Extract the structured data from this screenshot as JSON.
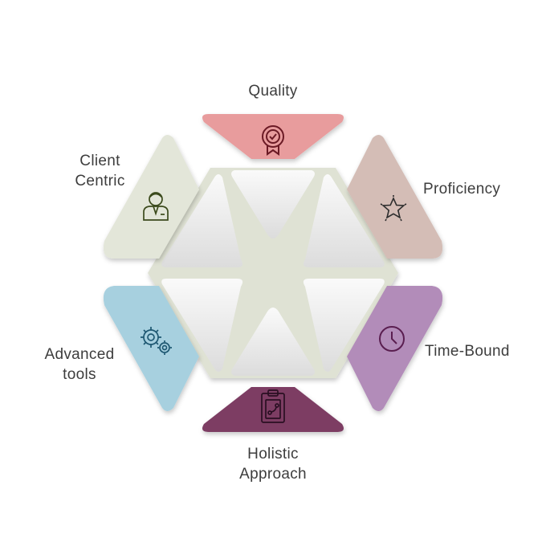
{
  "segments": [
    {
      "id": "quality",
      "label_lines": [
        "Quality"
      ],
      "color": "#e89c9d",
      "icon": "award-badge-icon",
      "icon_color": "#6b1a25"
    },
    {
      "id": "proficiency",
      "label_lines": [
        "Proficiency"
      ],
      "color": "#d4bdb6",
      "icon": "star-icon",
      "icon_color": "#2e2e2e"
    },
    {
      "id": "time-bound",
      "label_lines": [
        "Time-Bound"
      ],
      "color": "#b28cb9",
      "icon": "clock-icon",
      "icon_color": "#5a1e50"
    },
    {
      "id": "holistic-approach",
      "label_lines": [
        "Holistic",
        "Approach"
      ],
      "color": "#7d3e63",
      "icon": "clipboard-icon",
      "icon_color": "#2a0f22"
    },
    {
      "id": "advanced-tools",
      "label_lines": [
        "Advanced",
        "tools"
      ],
      "color": "#a7d0df",
      "icon": "gears-icon",
      "icon_color": "#1e5872"
    },
    {
      "id": "client-centric",
      "label_lines": [
        "Client",
        "Centric"
      ],
      "color": "#e3e6d9",
      "icon": "person-icon",
      "icon_color": "#3b4a1c"
    }
  ],
  "colors": {
    "hub": "#dfe2d4",
    "inner_tile": "#f3f3f3"
  }
}
